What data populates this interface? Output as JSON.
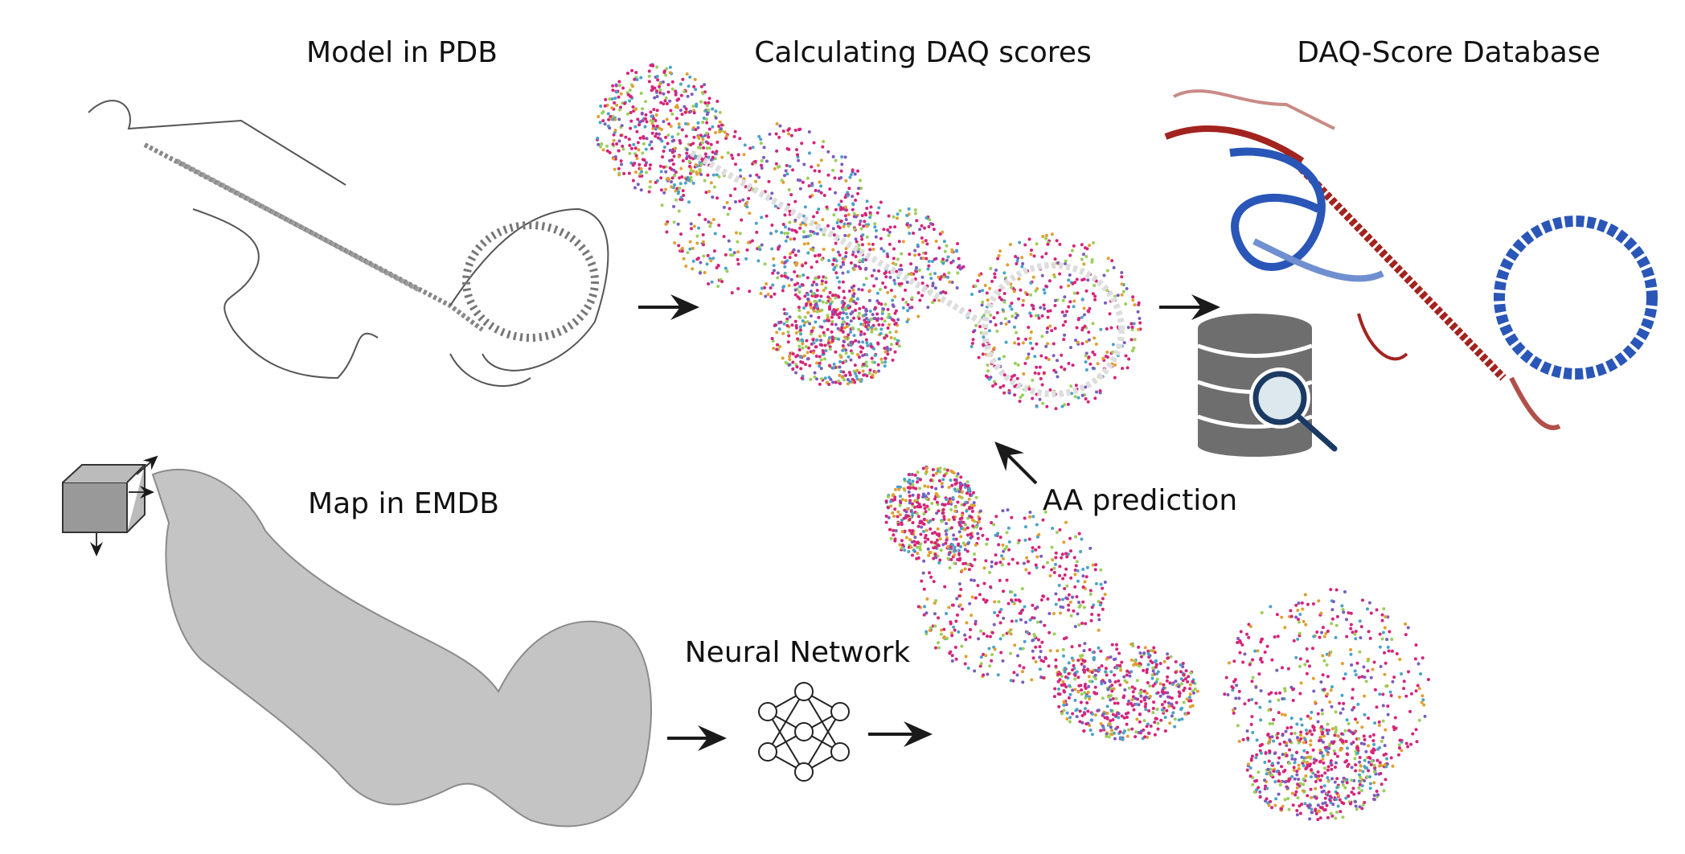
{
  "labels": {
    "model_pdb": "Model in PDB",
    "calc_daq": "Calculating DAQ scores",
    "daq_db": "DAQ-Score Database",
    "map_emdb": "Map in EMDB",
    "aa_prediction": "AA prediction",
    "neural_network": "Neural Network"
  },
  "colors": {
    "arrow": "#1a1a1a",
    "database": "#6e6e6e",
    "magnifier": "#1b3a63",
    "high_score": "#2a56b8",
    "low_score": "#a3231e",
    "map": "#bdbdbd"
  }
}
